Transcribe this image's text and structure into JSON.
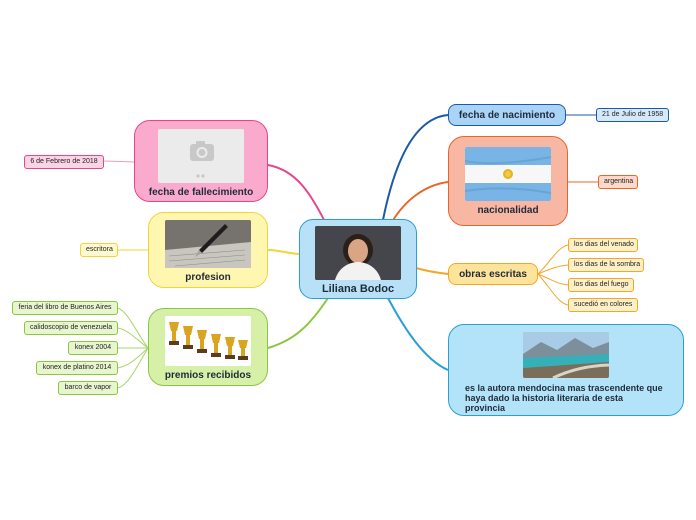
{
  "center": {
    "label": "Liliana Bodoc"
  },
  "branches": {
    "fallecimiento": {
      "label": "fecha de fallecimiento",
      "leaf": "6 de Febrero de 2018",
      "icon": "camera-placeholder-icon"
    },
    "profesion": {
      "label": "profesion",
      "leaf": "escritora"
    },
    "premios": {
      "label": "premios recibidos",
      "leaves": [
        "feria del libro de Buenos Aires",
        "calidoscopio de venezuela",
        "konex 2004",
        "konex de platino 2014",
        "barco de vapor"
      ]
    },
    "nacimiento": {
      "label": "fecha de nacimiento",
      "leaf": "21 de Julio de 1958"
    },
    "nacionalidad": {
      "label": "nacionalidad",
      "leaf": "argentina"
    },
    "obras": {
      "label": "obras escritas",
      "leaves": [
        "los dias del venado",
        "los dias de la sombra",
        "los dias del fuego",
        "sucedió en colores"
      ]
    },
    "autora": {
      "label": "es la autora mendocina mas trascendente que haya dado la historia literaria de esta provincia"
    }
  },
  "colors": {
    "pink": "#e8458b",
    "yellow": "#f2d33a",
    "green": "#8cc63e",
    "blue_dark": "#1c5aa8",
    "orange": "#e9662b",
    "amber": "#f3a729",
    "blue_light": "#2a9fd6"
  }
}
